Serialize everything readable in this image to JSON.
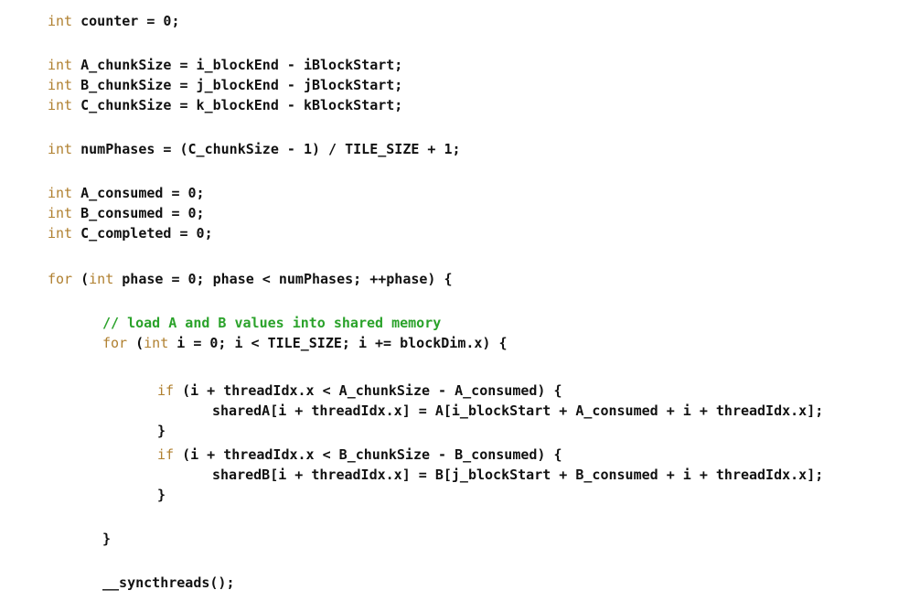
{
  "colors": {
    "keyword": "#b08030",
    "comment": "#2aa22a",
    "text": "#111111",
    "background": "#ffffff"
  },
  "lines": [
    {
      "parts": [
        {
          "k": "kw",
          "t": "int"
        },
        {
          "k": "code",
          "t": " counter = 0;"
        }
      ]
    },
    {
      "parts": [
        {
          "k": "kw",
          "t": "int"
        },
        {
          "k": "code",
          "t": " A_chunkSize = i_blockEnd - iBlockStart;"
        }
      ]
    },
    {
      "parts": [
        {
          "k": "kw",
          "t": "int"
        },
        {
          "k": "code",
          "t": " B_chunkSize = j_blockEnd - jBlockStart;"
        }
      ]
    },
    {
      "parts": [
        {
          "k": "kw",
          "t": "int"
        },
        {
          "k": "code",
          "t": " C_chunkSize = k_blockEnd - kBlockStart;"
        }
      ]
    },
    {
      "parts": [
        {
          "k": "kw",
          "t": "int"
        },
        {
          "k": "code",
          "t": " numPhases = (C_chunkSize - 1) / TILE_SIZE + 1;"
        }
      ]
    },
    {
      "parts": [
        {
          "k": "kw",
          "t": "int"
        },
        {
          "k": "code",
          "t": " A_consumed = 0;"
        }
      ]
    },
    {
      "parts": [
        {
          "k": "kw",
          "t": "int"
        },
        {
          "k": "code",
          "t": " B_consumed = 0;"
        }
      ]
    },
    {
      "parts": [
        {
          "k": "kw",
          "t": "int"
        },
        {
          "k": "code",
          "t": " C_completed = 0;"
        }
      ]
    },
    {
      "parts": [
        {
          "k": "kw",
          "t": "for"
        },
        {
          "k": "code",
          "t": " ("
        },
        {
          "k": "kw",
          "t": "int"
        },
        {
          "k": "code",
          "t": " phase = 0; phase < numPhases; ++phase) {"
        }
      ]
    },
    {
      "parts": [
        {
          "k": "comment",
          "t": "// load A and B values into shared memory"
        }
      ]
    },
    {
      "parts": [
        {
          "k": "kw",
          "t": "for"
        },
        {
          "k": "code",
          "t": " ("
        },
        {
          "k": "kw",
          "t": "int"
        },
        {
          "k": "code",
          "t": " i = 0; i < TILE_SIZE; i += blockDim.x) {"
        }
      ]
    },
    {
      "parts": [
        {
          "k": "kw",
          "t": "if"
        },
        {
          "k": "code",
          "t": " (i + threadIdx.x < A_chunkSize - A_consumed) {"
        }
      ]
    },
    {
      "parts": [
        {
          "k": "code",
          "t": "sharedA[i + threadIdx.x] = A[i_blockStart + A_consumed + i + threadIdx.x];"
        }
      ]
    },
    {
      "parts": [
        {
          "k": "code",
          "t": "}"
        }
      ]
    },
    {
      "parts": [
        {
          "k": "kw",
          "t": "if"
        },
        {
          "k": "code",
          "t": " (i + threadIdx.x < B_chunkSize - B_consumed) {"
        }
      ]
    },
    {
      "parts": [
        {
          "k": "code",
          "t": "sharedB[i + threadIdx.x] = B[j_blockStart + B_consumed + i + threadIdx.x];"
        }
      ]
    },
    {
      "parts": [
        {
          "k": "code",
          "t": "}"
        }
      ]
    },
    {
      "parts": [
        {
          "k": "code",
          "t": "}"
        }
      ]
    },
    {
      "parts": [
        {
          "k": "code",
          "t": "__syncthreads();"
        }
      ]
    }
  ]
}
